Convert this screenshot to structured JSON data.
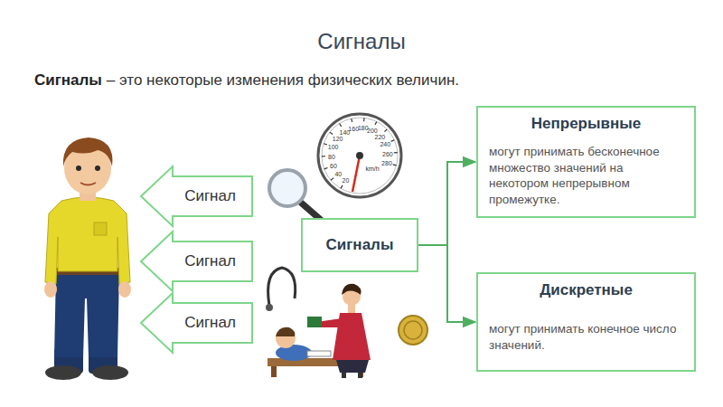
{
  "diagram": {
    "title": "Сигналы",
    "nodes": [
      {
        "text": [
          "Сигнал"
        ]
      },
      {
        "text": [
          "Сигнал"
        ]
      },
      {
        "text": [
          "Сигнал"
        ]
      },
      {
        "text": [
          "Сигналы"
        ]
      },
      {
        "text": [
          "Непрерывные",
          "могут принимать бесконечное множество значений на некотором непрерывном промежутке."
        ]
      },
      {
        "text": [
          "Дискретные",
          "могут принимать конечное число значений."
        ]
      }
    ],
    "edges": [
      {
        "from": 3,
        "to": 4,
        "arrow": "to"
      },
      {
        "from": 3,
        "to": 5,
        "arrow": "to"
      }
    ],
    "labels": [
      "Сигналы",
      "– это некоторые изменения физических величин.",
      "20",
      "40",
      "60",
      "80",
      "100",
      "120",
      "140",
      "160",
      "180",
      "200",
      "220",
      "240",
      "260",
      "280",
      "km/h"
    ]
  }
}
